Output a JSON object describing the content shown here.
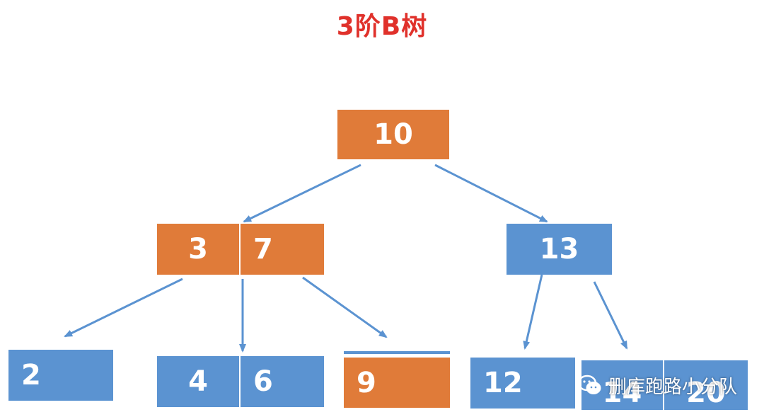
{
  "title": "3阶B树",
  "colors": {
    "title": "#e0312b",
    "orange": "#e07b39",
    "blue": "#5b93d1",
    "arrow": "#5b93d1"
  },
  "nodes": {
    "root": {
      "keys": [
        "10"
      ]
    },
    "left": {
      "keys": [
        "3",
        "7"
      ]
    },
    "right": {
      "keys": [
        "13"
      ]
    },
    "leaf_a": {
      "keys": [
        "2"
      ]
    },
    "leaf_b": {
      "keys": [
        "4",
        "6"
      ]
    },
    "leaf_c": {
      "keys": [
        "9"
      ]
    },
    "leaf_d": {
      "keys": [
        "12"
      ]
    },
    "leaf_e": {
      "keys": [
        "14",
        "20"
      ]
    }
  },
  "watermark": {
    "icon": "wechat-icon",
    "text": "删库跑路小分队"
  }
}
